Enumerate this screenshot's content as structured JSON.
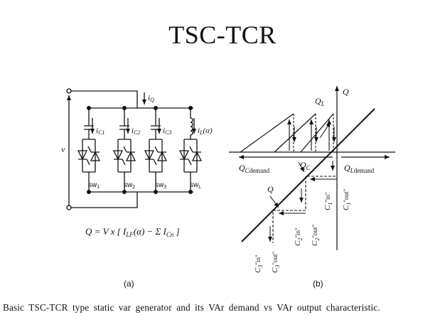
{
  "slide": {
    "title": "TSC-TCR",
    "caption": "Basic TSC-TCR type static var generator and its VAr demand vs VAr output characteristic."
  },
  "figure_a": {
    "label": "(a)",
    "voltage": "v",
    "current_q": "i",
    "current_q_sub": "Q",
    "branch_currents": [
      {
        "main": "i",
        "sub": "C1"
      },
      {
        "main": "i",
        "sub": "C2"
      },
      {
        "main": "i",
        "sub": "C3"
      },
      {
        "main": "i",
        "sub": "L",
        "suffix": "(α)"
      }
    ],
    "switches": [
      {
        "main": "sw",
        "sub": "1"
      },
      {
        "main": "sw",
        "sub": "2"
      },
      {
        "main": "sw",
        "sub": "3"
      },
      {
        "main": "sw",
        "sub": "L"
      }
    ],
    "equation": "Q = V x [ I_LF(α) − Σ I_Cn ]"
  },
  "figure_b": {
    "label": "(b)",
    "axis_q": "Q",
    "q_l": "Q",
    "q_l_sub": "L",
    "q_c": "Q",
    "q_c_sub": "C",
    "q": "Q",
    "qc_demand": "Q",
    "qc_demand_sub": "C",
    "qc_demand_sub2": "demand",
    "ql_demand": "Q",
    "ql_demand_sub": "L",
    "ql_demand_sub2": "demand",
    "switch_labels": [
      {
        "cap": "C",
        "sub": "1",
        "state": "\"in\""
      },
      {
        "cap": "C",
        "sub": "1",
        "state": "\"out\""
      },
      {
        "cap": "C",
        "sub": "2",
        "state": "\"in\""
      },
      {
        "cap": "C",
        "sub": "2",
        "state": "\"out\""
      },
      {
        "cap": "C",
        "sub": "3",
        "state": "\"in\""
      },
      {
        "cap": "C",
        "sub": "3",
        "state": "\"out\""
      }
    ]
  }
}
